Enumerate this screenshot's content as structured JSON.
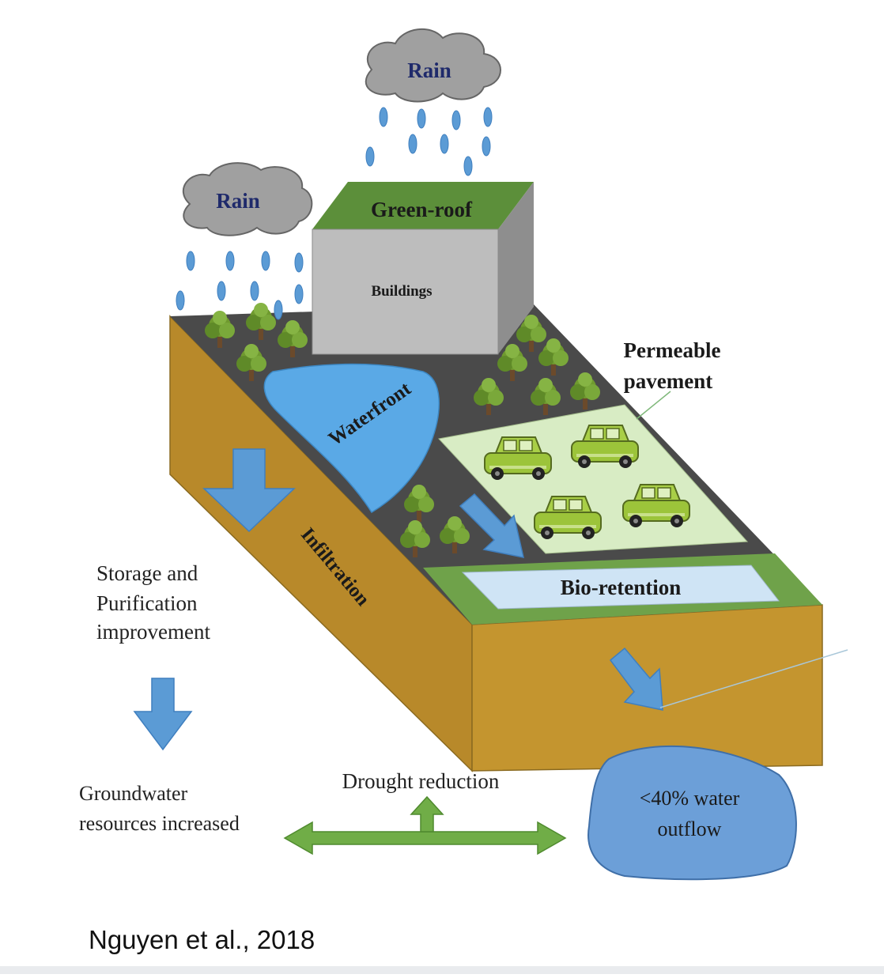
{
  "diagram": {
    "rain_top": "Rain",
    "rain_left": "Rain",
    "green_roof": "Green-roof",
    "buildings": "Buildings",
    "permeable_line1": "Permeable",
    "permeable_line2": "pavement",
    "waterfront": "Waterfront",
    "infiltration": "Infiltration",
    "bio_retention": "Bio-retention",
    "storage_line1": "Storage and",
    "storage_line2": "Purification",
    "storage_line3": "improvement",
    "groundwater_line1": "Groundwater",
    "groundwater_line2": "resources increased",
    "drought": "Drought reduction",
    "outflow_line1": "<40% water",
    "outflow_line2": "outflow"
  },
  "caption": "Nguyen et al., 2018",
  "colors": {
    "soil_front": "#c4952f",
    "soil_side": "#b8892a",
    "surface": "#4a4a4a",
    "water": "#5aa9e6",
    "arrow_blue": "#5b9bd5",
    "arrow_green": "#70ad47",
    "grass": "#6fa24a",
    "parking": "#d8ecc4",
    "cloud": "#a0a0a0",
    "building": "#bdbdbd",
    "outflow_pool": "#6c9fd8"
  }
}
